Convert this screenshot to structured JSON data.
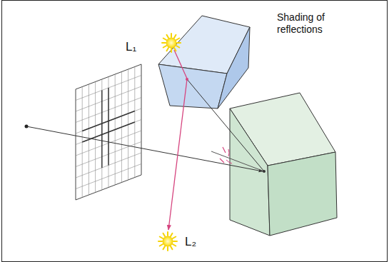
{
  "diagram": {
    "labels": [
      "Shading of reflections",
      "L₁",
      "L₂"
    ]
  }
}
